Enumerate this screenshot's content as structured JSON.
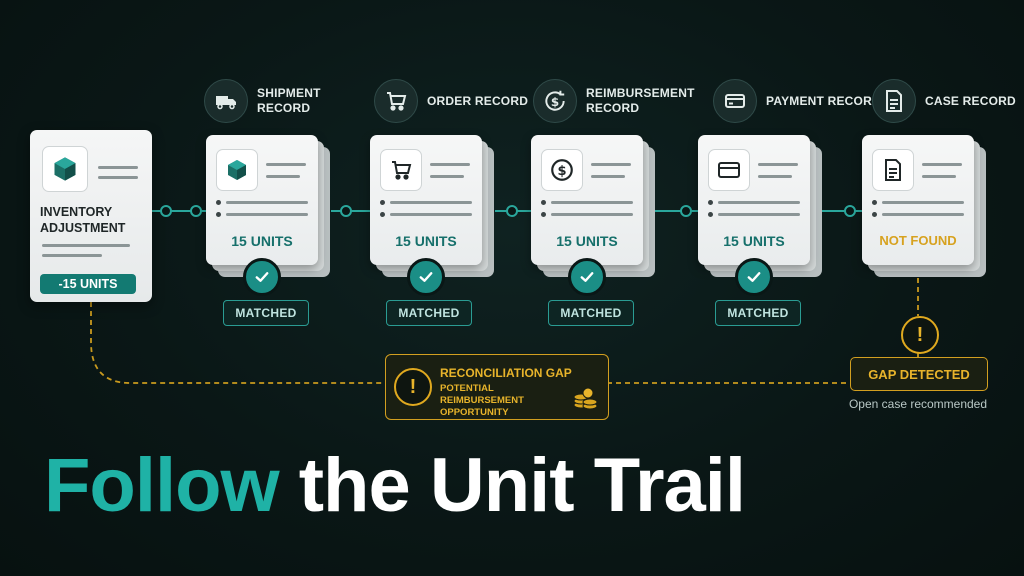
{
  "inventory": {
    "title": "INVENTORY ADJUSTMENT",
    "value": "-15 UNITS",
    "icon": "cube-icon"
  },
  "records": [
    {
      "label": "SHIPMENT RECORD",
      "header_icon": "truck-icon",
      "card_icon": "cube-icon",
      "value": "15 UNITS",
      "status": "MATCHED"
    },
    {
      "label": "ORDER RECORD",
      "header_icon": "cart-icon",
      "card_icon": "cart-icon",
      "value": "15 UNITS",
      "status": "MATCHED"
    },
    {
      "label": "REIMBURSEMENT RECORD",
      "header_icon": "dollar-cycle-icon",
      "card_icon": "dollar-icon",
      "value": "15 UNITS",
      "status": "MATCHED"
    },
    {
      "label": "PAYMENT RECORD",
      "header_icon": "card-icon",
      "card_icon": "card-icon",
      "value": "15 UNITS",
      "status": "MATCHED"
    },
    {
      "label": "CASE RECORD",
      "header_icon": "document-icon",
      "card_icon": "document-icon",
      "value": "NOT FOUND",
      "status": ""
    }
  ],
  "gap_box": {
    "title": "RECONCILIATION GAP",
    "subtitle": "POTENTIAL REIMBURSEMENT OPPORTUNITY",
    "icon": "coins-icon"
  },
  "gap_detected": {
    "label": "GAP DETECTED",
    "note": "Open case recommended"
  },
  "headline": {
    "word1": "Follow",
    "rest": "the Unit Trail"
  },
  "colors": {
    "teal": "#1fb2a6",
    "gold": "#e0a91f",
    "background": "#0a1716"
  }
}
